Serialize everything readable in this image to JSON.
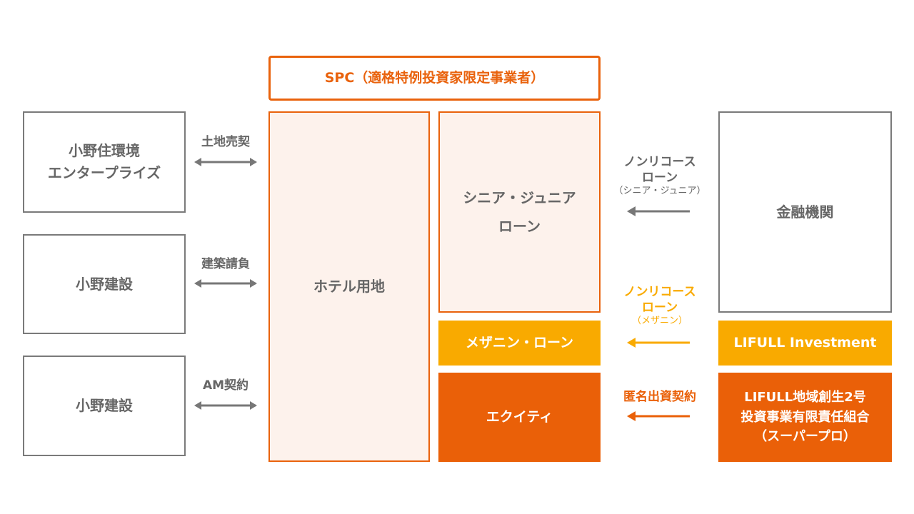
{
  "spc": "SPC（適格特例投資家限定事業者）",
  "left": [
    {
      "lines": [
        "小野住環境",
        "エンタープライズ"
      ],
      "contract": "土地売契"
    },
    {
      "lines": [
        "小野建設"
      ],
      "contract": "建築請負"
    },
    {
      "lines": [
        "小野建設"
      ],
      "contract": "AM契約"
    }
  ],
  "hotel": "ホテル用地",
  "senior": [
    "シニア・ジュニア",
    "ローン"
  ],
  "mezz": "メザニン・ローン",
  "equity": "エクイティ",
  "loan1": {
    "lines": [
      "ノンリコース",
      "ローン"
    ],
    "sub": "（シニア・ジュニア）"
  },
  "loan2": {
    "lines": [
      "ノンリコース",
      "ローン"
    ],
    "sub": "（メザニン）"
  },
  "loan3": "匿名出資契約",
  "bank": "金融機関",
  "lifull_inv": "LIFULL Investment",
  "lifull_fund": [
    "LIFULL地域創生2号",
    "投資事業有限責任組合",
    "（スーパープロ）"
  ],
  "colors": {
    "orange": "#ea6008",
    "amber": "#f9aa00",
    "gray": "#7a7a7a"
  }
}
